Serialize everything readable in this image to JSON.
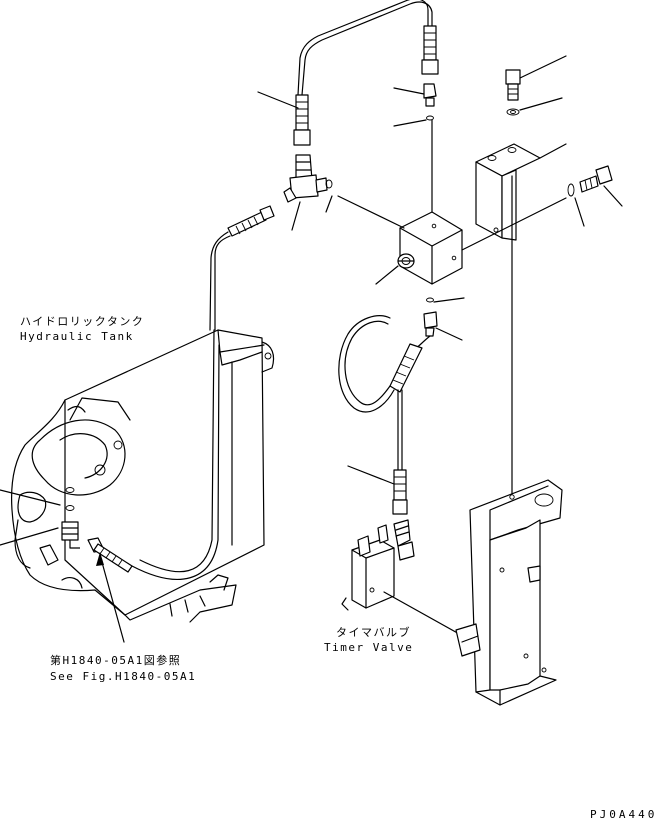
{
  "labels": {
    "hydraulic_tank_jp": "ハイドロリックタンク",
    "hydraulic_tank_en": "Hydraulic Tank",
    "timer_valve_jp": "タイマバルブ",
    "timer_valve_en": "Timer Valve",
    "fig_ref_jp": "第H1840-05A1図参照",
    "fig_ref_en": "See Fig.H1840-05A1",
    "drawing_code": "PJ0A440"
  }
}
